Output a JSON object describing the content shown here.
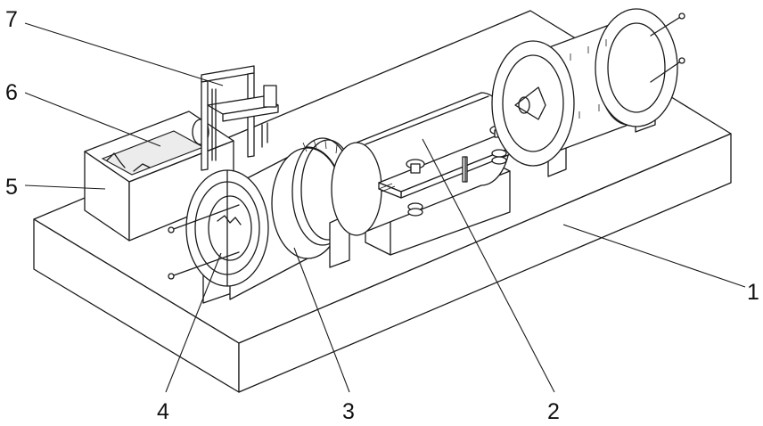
{
  "callouts": [
    {
      "id": "1",
      "label": "1"
    },
    {
      "id": "2",
      "label": "2"
    },
    {
      "id": "3",
      "label": "3"
    },
    {
      "id": "4",
      "label": "4"
    },
    {
      "id": "5",
      "label": "5"
    },
    {
      "id": "6",
      "label": "6"
    },
    {
      "id": "7",
      "label": "7"
    }
  ],
  "colors": {
    "line": "#1a1a1a",
    "background": "#ffffff",
    "shade": "#ececec"
  }
}
